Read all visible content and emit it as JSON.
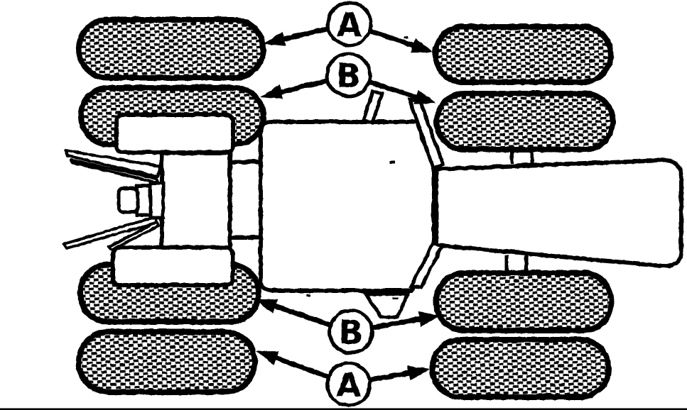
{
  "figure": {
    "kind": "tractor-dual-wheels-top-view-diagram",
    "background_color": "#ffffff",
    "ink_color": "#000000"
  },
  "callouts": [
    {
      "letter": "A",
      "position": "top",
      "points_to": [
        "rear-left-outer-tire",
        "front-left-outer-tire"
      ]
    },
    {
      "letter": "B",
      "position": "upper",
      "points_to": [
        "rear-left-inner-tire",
        "front-left-inner-tire"
      ]
    },
    {
      "letter": "B",
      "position": "lower",
      "points_to": [
        "rear-right-inner-tire",
        "front-right-inner-tire"
      ]
    },
    {
      "letter": "A",
      "position": "bottom",
      "points_to": [
        "rear-right-outer-tire",
        "front-right-outer-tire"
      ]
    }
  ]
}
